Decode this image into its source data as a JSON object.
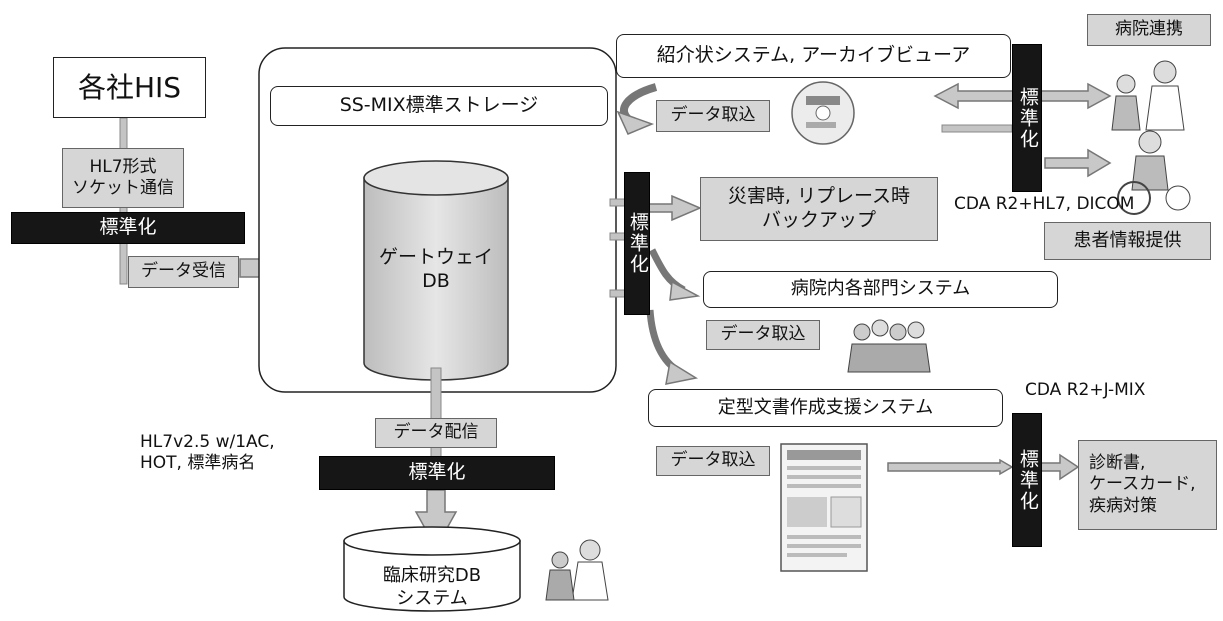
{
  "his": {
    "title": "各社HIS",
    "hl7_socket": "HL7形式\nソケット通信",
    "data_receive": "データ受信"
  },
  "storage": {
    "title": "SS-MIX標準ストレージ",
    "gateway_db": "ゲートウェイ\nDB",
    "data_distribute": "データ配信",
    "hl7_note": "HL7v2.5 w/1AC,\nHOT, 標準病名"
  },
  "clinical_db": {
    "label": "臨床研究DB\nシステム"
  },
  "standardize_label": "標準化",
  "referral": {
    "title": "紹介状システム, アーカイブビューア",
    "data_import": "データ取込"
  },
  "hospital_link": {
    "title": "病院連携",
    "standard_note": "CDA R2+HL7, DICOM",
    "patient_info": "患者情報提供"
  },
  "disaster_backup": "災害時, リプレース時\nバックアップ",
  "department_systems": "病院内各部門システム",
  "dept_data_import": "データ取込",
  "document_support": {
    "title": "定型文書作成支援システム",
    "data_import": "データ取込",
    "standard_note": "CDA R2+J-MIX",
    "output": "診断書,\nケースカード,\n疾病対策"
  }
}
